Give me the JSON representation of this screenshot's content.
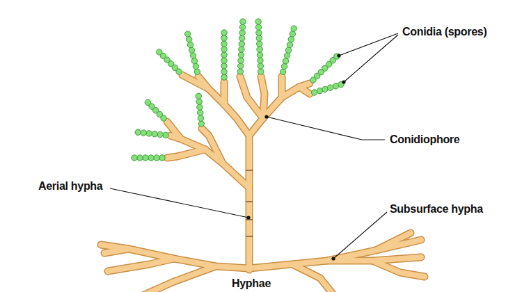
{
  "diagram": {
    "labels": [
      "Conidia (spores)",
      "Conidiophore",
      "Aerial hypha",
      "Subsurface hypha",
      "Hyphae"
    ]
  }
}
